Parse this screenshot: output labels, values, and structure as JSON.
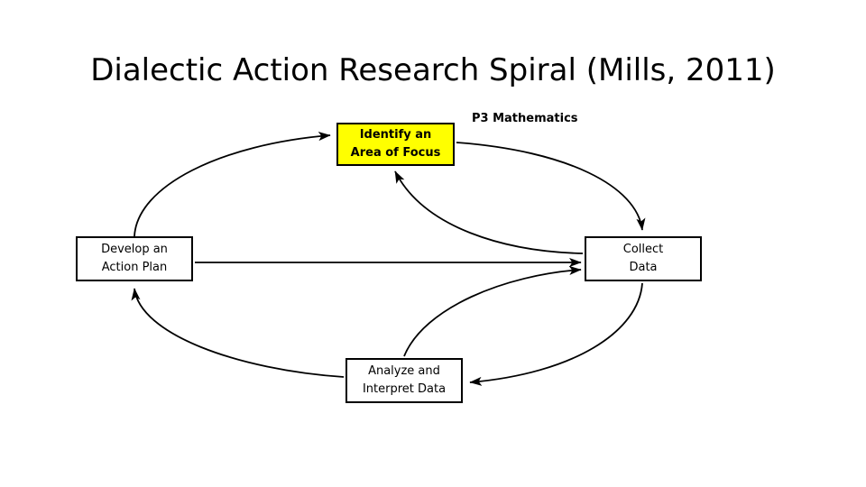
{
  "slide": {
    "title": "Dialectic Action Research Spiral (Mills, 2011)",
    "background_color": "#ffffff"
  },
  "annotations": [
    {
      "name": "p3-mathematics",
      "text": "P3 Mathematics"
    }
  ],
  "nodes": [
    {
      "id": "identify",
      "line1": "Identify an",
      "line2": "Area of Focus",
      "fill": "#ffff00",
      "border": "#000000",
      "highlight": true
    },
    {
      "id": "collect",
      "line1": "Collect",
      "line2": "Data",
      "fill": "#ffffff",
      "border": "#000000",
      "highlight": false
    },
    {
      "id": "analyze",
      "line1": "Analyze and",
      "line2": "Interpret Data",
      "fill": "#ffffff",
      "border": "#000000",
      "highlight": false
    },
    {
      "id": "develop",
      "line1": "Develop an",
      "line2": "Action Plan",
      "fill": "#ffffff",
      "border": "#000000",
      "highlight": false
    }
  ],
  "connectors": [
    {
      "name": "develop-to-identify",
      "from": "develop",
      "to": "identify",
      "style": "curved-arrow"
    },
    {
      "name": "identify-to-collect",
      "from": "identify",
      "to": "collect",
      "style": "curved-arrow"
    },
    {
      "name": "collect-to-analyze",
      "from": "collect",
      "to": "analyze",
      "style": "curved-arrow"
    },
    {
      "name": "analyze-to-develop",
      "from": "analyze",
      "to": "develop",
      "style": "curved-arrow"
    },
    {
      "name": "collect-to-identify-inner",
      "from": "collect",
      "to": "identify",
      "style": "curved-arrow"
    },
    {
      "name": "develop-to-collect-straight",
      "from": "develop",
      "to": "collect",
      "style": "straight-arrow"
    },
    {
      "name": "analyze-to-collect-inner",
      "from": "analyze",
      "to": "collect",
      "style": "curved-arrow"
    }
  ]
}
